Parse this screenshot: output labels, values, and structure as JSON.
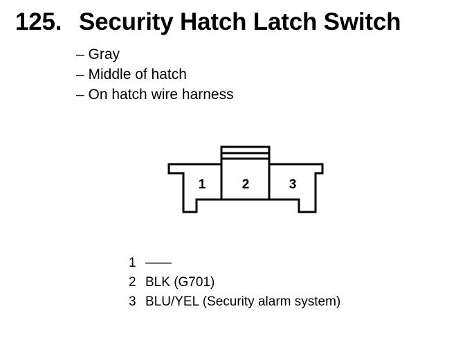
{
  "header": {
    "number": "125.",
    "title": "Security Hatch Latch Switch"
  },
  "details": [
    "– Gray",
    "– Middle of hatch",
    "– On hatch wire harness"
  ],
  "connector": {
    "terminals": [
      "1",
      "2",
      "3"
    ]
  },
  "pinout": [
    {
      "pin": "1",
      "desc": "——"
    },
    {
      "pin": "2",
      "desc": "BLK (G701)"
    },
    {
      "pin": "3",
      "desc": "BLU/YEL (Security alarm system)"
    }
  ]
}
